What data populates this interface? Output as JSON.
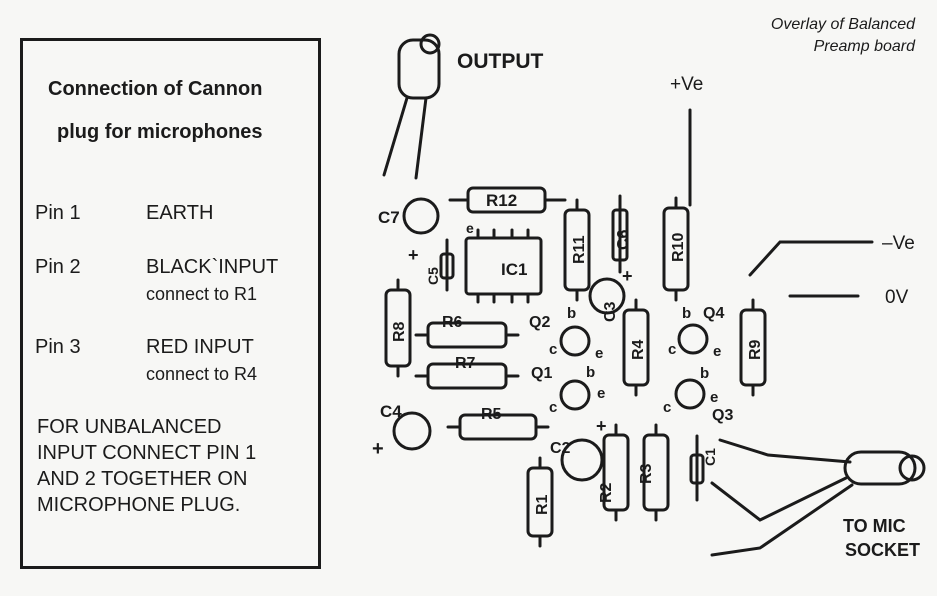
{
  "overlay_title": [
    "Overlay of Balanced",
    "Preamp board"
  ],
  "cannon_box": {
    "heading": [
      "Connection of Cannon",
      "plug for microphones"
    ],
    "pins": [
      {
        "pin": "Pin 1",
        "label": "EARTH",
        "sub": ""
      },
      {
        "pin": "Pin 2",
        "label": "BLACK`INPUT",
        "sub": "connect to R1"
      },
      {
        "pin": "Pin 3",
        "label": "RED INPUT",
        "sub": "connect to R4"
      }
    ],
    "note": [
      "FOR UNBALANCED",
      "INPUT CONNECT PIN 1",
      "AND 2 TOGETHER ON",
      "MICROPHONE PLUG."
    ]
  },
  "board": {
    "output_label": "OUTPUT",
    "pos_supply_label": "+Ve",
    "neg_supply_label": "–Ve",
    "zero_volt_label": "0V",
    "mic_label": [
      "TO MIC",
      "SOCKET"
    ],
    "plus_sign": "+",
    "components": {
      "r12": "R12",
      "r11": "R11",
      "c6": "C6",
      "r10": "R10",
      "c7": "C7",
      "c5": "C5",
      "ic1": "IC1",
      "r8": "R8",
      "r6": "R6",
      "r7": "R7",
      "r5": "R5",
      "c4": "C4",
      "q2": "Q2",
      "q1": "Q1",
      "q4": "Q4",
      "q3": "Q3",
      "c3": "C3",
      "r4": "R4",
      "r9": "R9",
      "c2": "C2",
      "r1": "R1",
      "r2": "R2",
      "r3": "R3",
      "c1": "C1"
    },
    "pin_letters": {
      "b": "b",
      "c": "c",
      "e": "e"
    }
  }
}
